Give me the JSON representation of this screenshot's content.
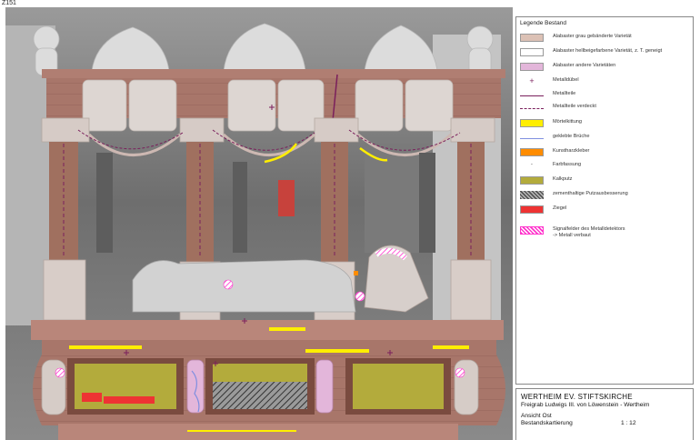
{
  "sheet": {
    "id": "Z151"
  },
  "legend": {
    "title": "Legende Bestand",
    "items": [
      {
        "label": "Alabaster grau gebänderte Varietät",
        "kind": "fill",
        "color": "#dcc1b5"
      },
      {
        "label": "Alabaster hellbeigefarbene Varietät, z. T. geneigt",
        "kind": "fill",
        "color": "#ffffff"
      },
      {
        "label": "Alabaster andere Varietäten",
        "kind": "fill",
        "color": "#e3b6da"
      },
      {
        "label": "Metalldübel",
        "kind": "plus",
        "color": "#7a1f5c"
      },
      {
        "label": "Metallteile",
        "kind": "line",
        "color": "#7a1f5c"
      },
      {
        "label": "Metallteile verdeckt",
        "kind": "dash",
        "color": "#7a1f5c"
      },
      {
        "label": "Mörtelkittung",
        "kind": "fill",
        "color": "#ffee00"
      },
      {
        "label": "geklebte Brüche",
        "kind": "line",
        "color": "#7f8fe0"
      },
      {
        "label": "Kunstharzkleber",
        "kind": "fill",
        "color": "#ff8c00"
      },
      {
        "label": "Farbfassung",
        "kind": "dot",
        "color": "#333333"
      },
      {
        "label": "Kalkputz",
        "kind": "fill",
        "color": "#b3ab3c"
      },
      {
        "label": "zementhaltige Putzausbesserung",
        "kind": "hatch",
        "color": "#555555"
      },
      {
        "label": "Ziegel",
        "kind": "fill",
        "color": "#ee3333"
      },
      {
        "label": "Signalfelder des Metalldetektors\n-> Metall verbaut",
        "kind": "pinkhatch",
        "color": "#ff33cc"
      }
    ]
  },
  "titleblock": {
    "place": "WERTHEIM      EV. STIFTSKIRCHE",
    "object": "Freigrab Ludwigs III. von Löwenstein - Wertheim",
    "view": "Ansicht Ost",
    "content": "Bestandskartierung",
    "scale": "1 : 12"
  },
  "colors": {
    "stone": "#a8766a",
    "stone_dark": "#8f5f55",
    "alabaster": "#d9cfcb",
    "mortar": "#ffee00",
    "lime_plaster": "#b3ab3c",
    "brick": "#ee3333",
    "metal": "#7a1f5c",
    "signal": "#ff33cc",
    "glue": "#ff8c00",
    "crack": "#7f8fe0"
  }
}
